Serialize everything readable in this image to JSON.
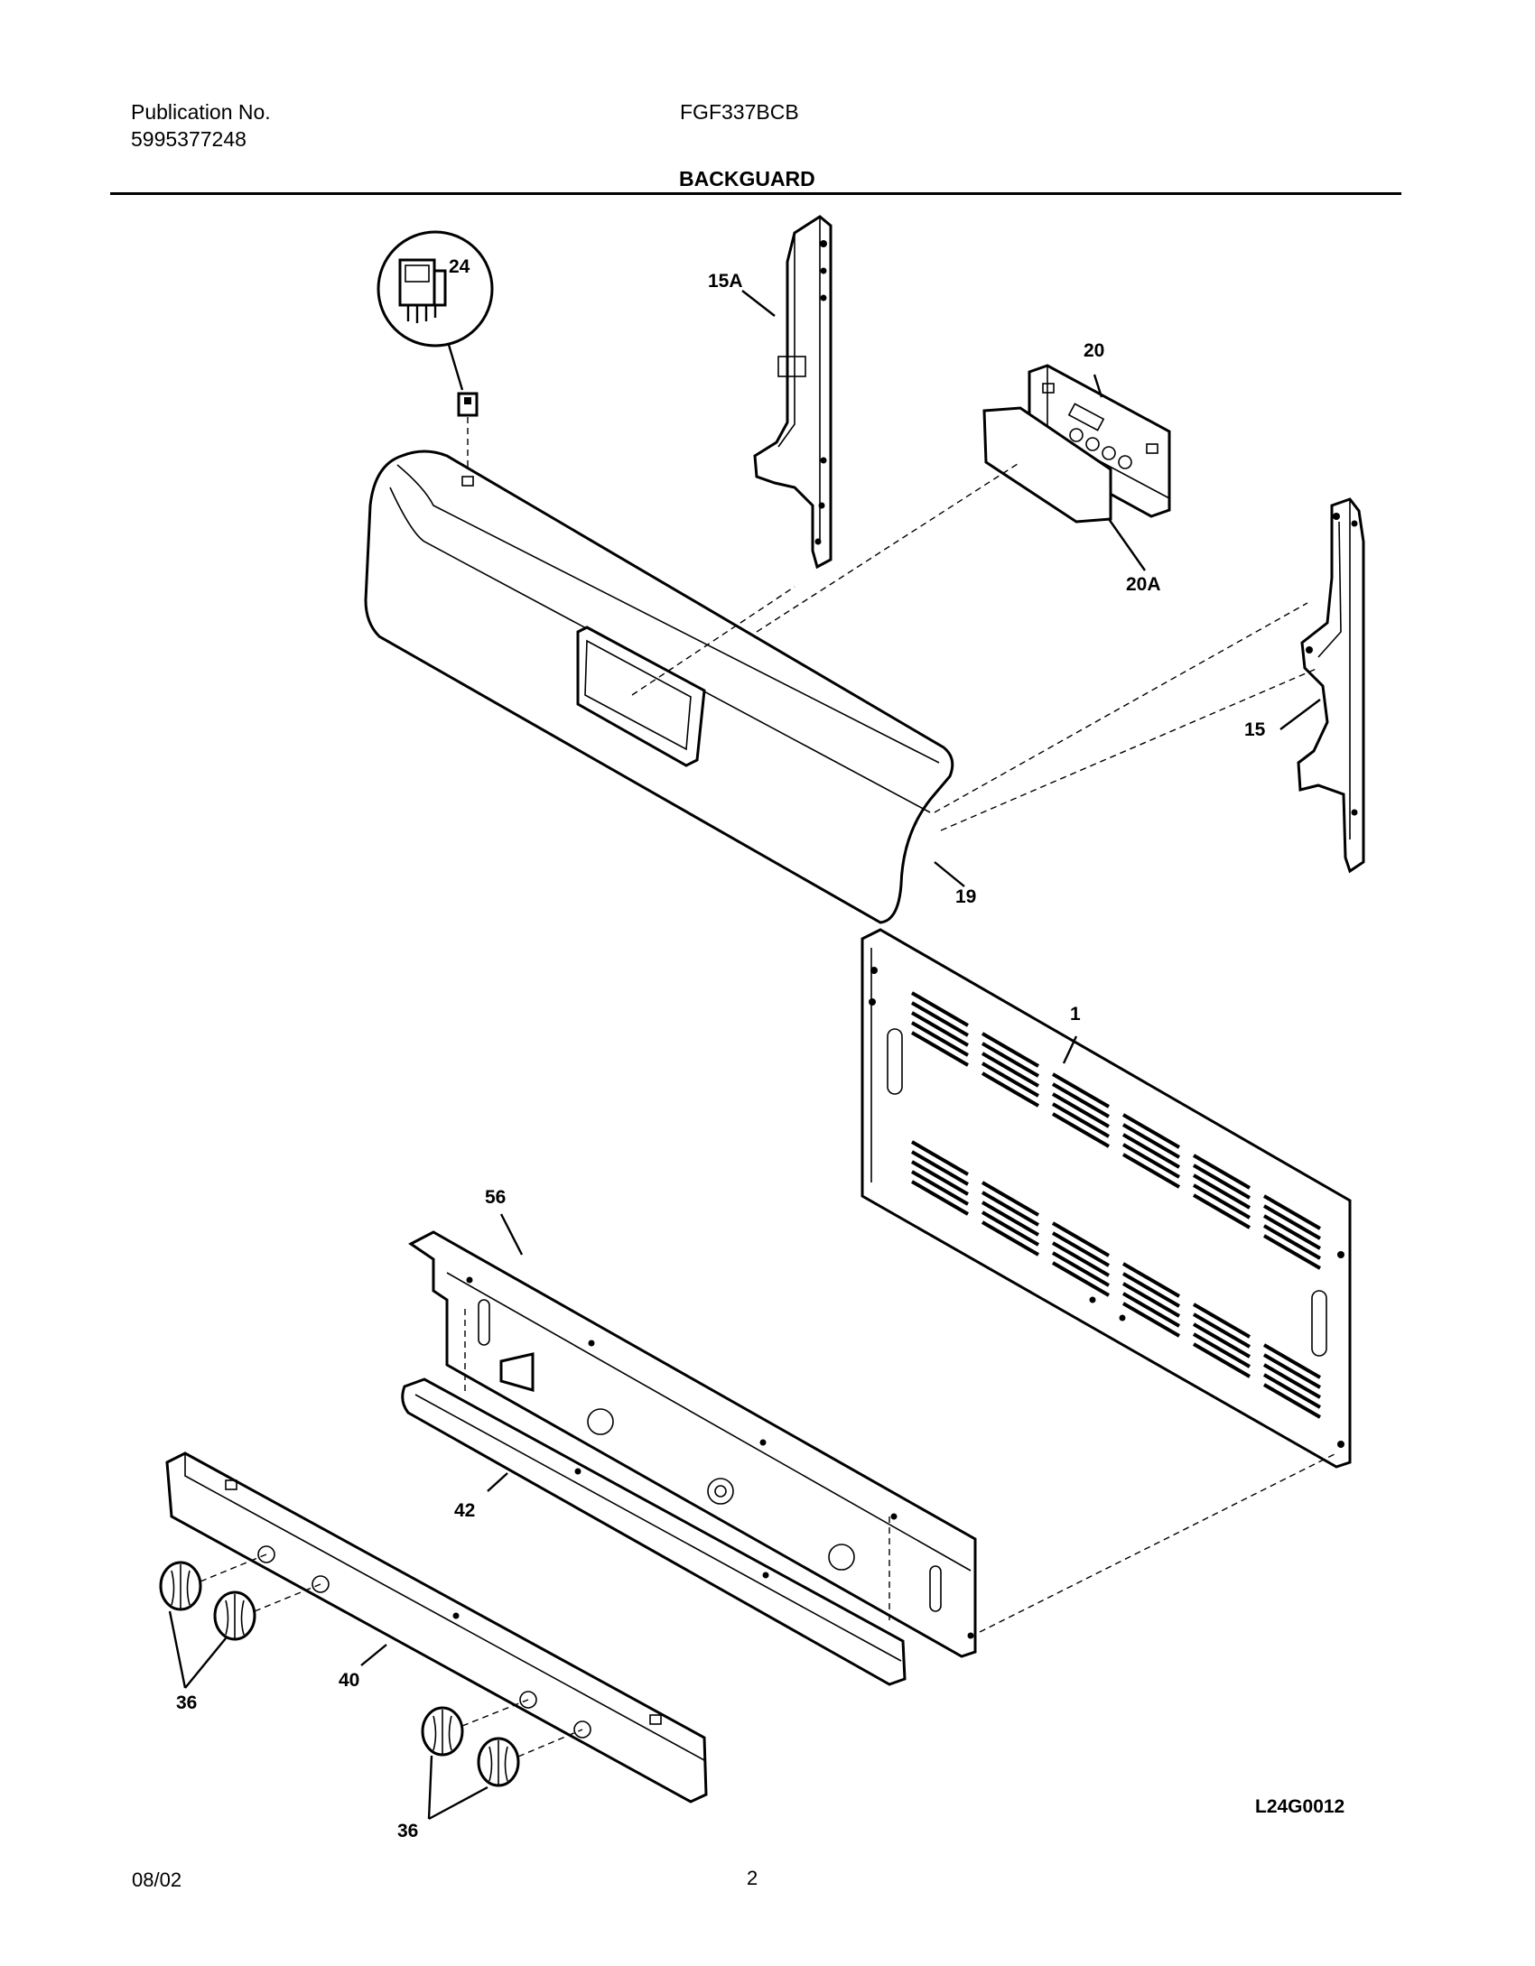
{
  "header": {
    "publication_label": "Publication No.",
    "publication_number": "5995377248",
    "model": "FGF337BCB",
    "section_title": "BACKGUARD"
  },
  "footer": {
    "date": "08/02",
    "page": "2"
  },
  "diagram_code": "L24G0012",
  "part_labels": {
    "p24": "24",
    "p15A": "15A",
    "p20": "20",
    "p20A": "20A",
    "p15": "15",
    "p19": "19",
    "p1": "1",
    "p56": "56",
    "p42": "42",
    "p40": "40",
    "p36a": "36",
    "p36b": "36"
  }
}
